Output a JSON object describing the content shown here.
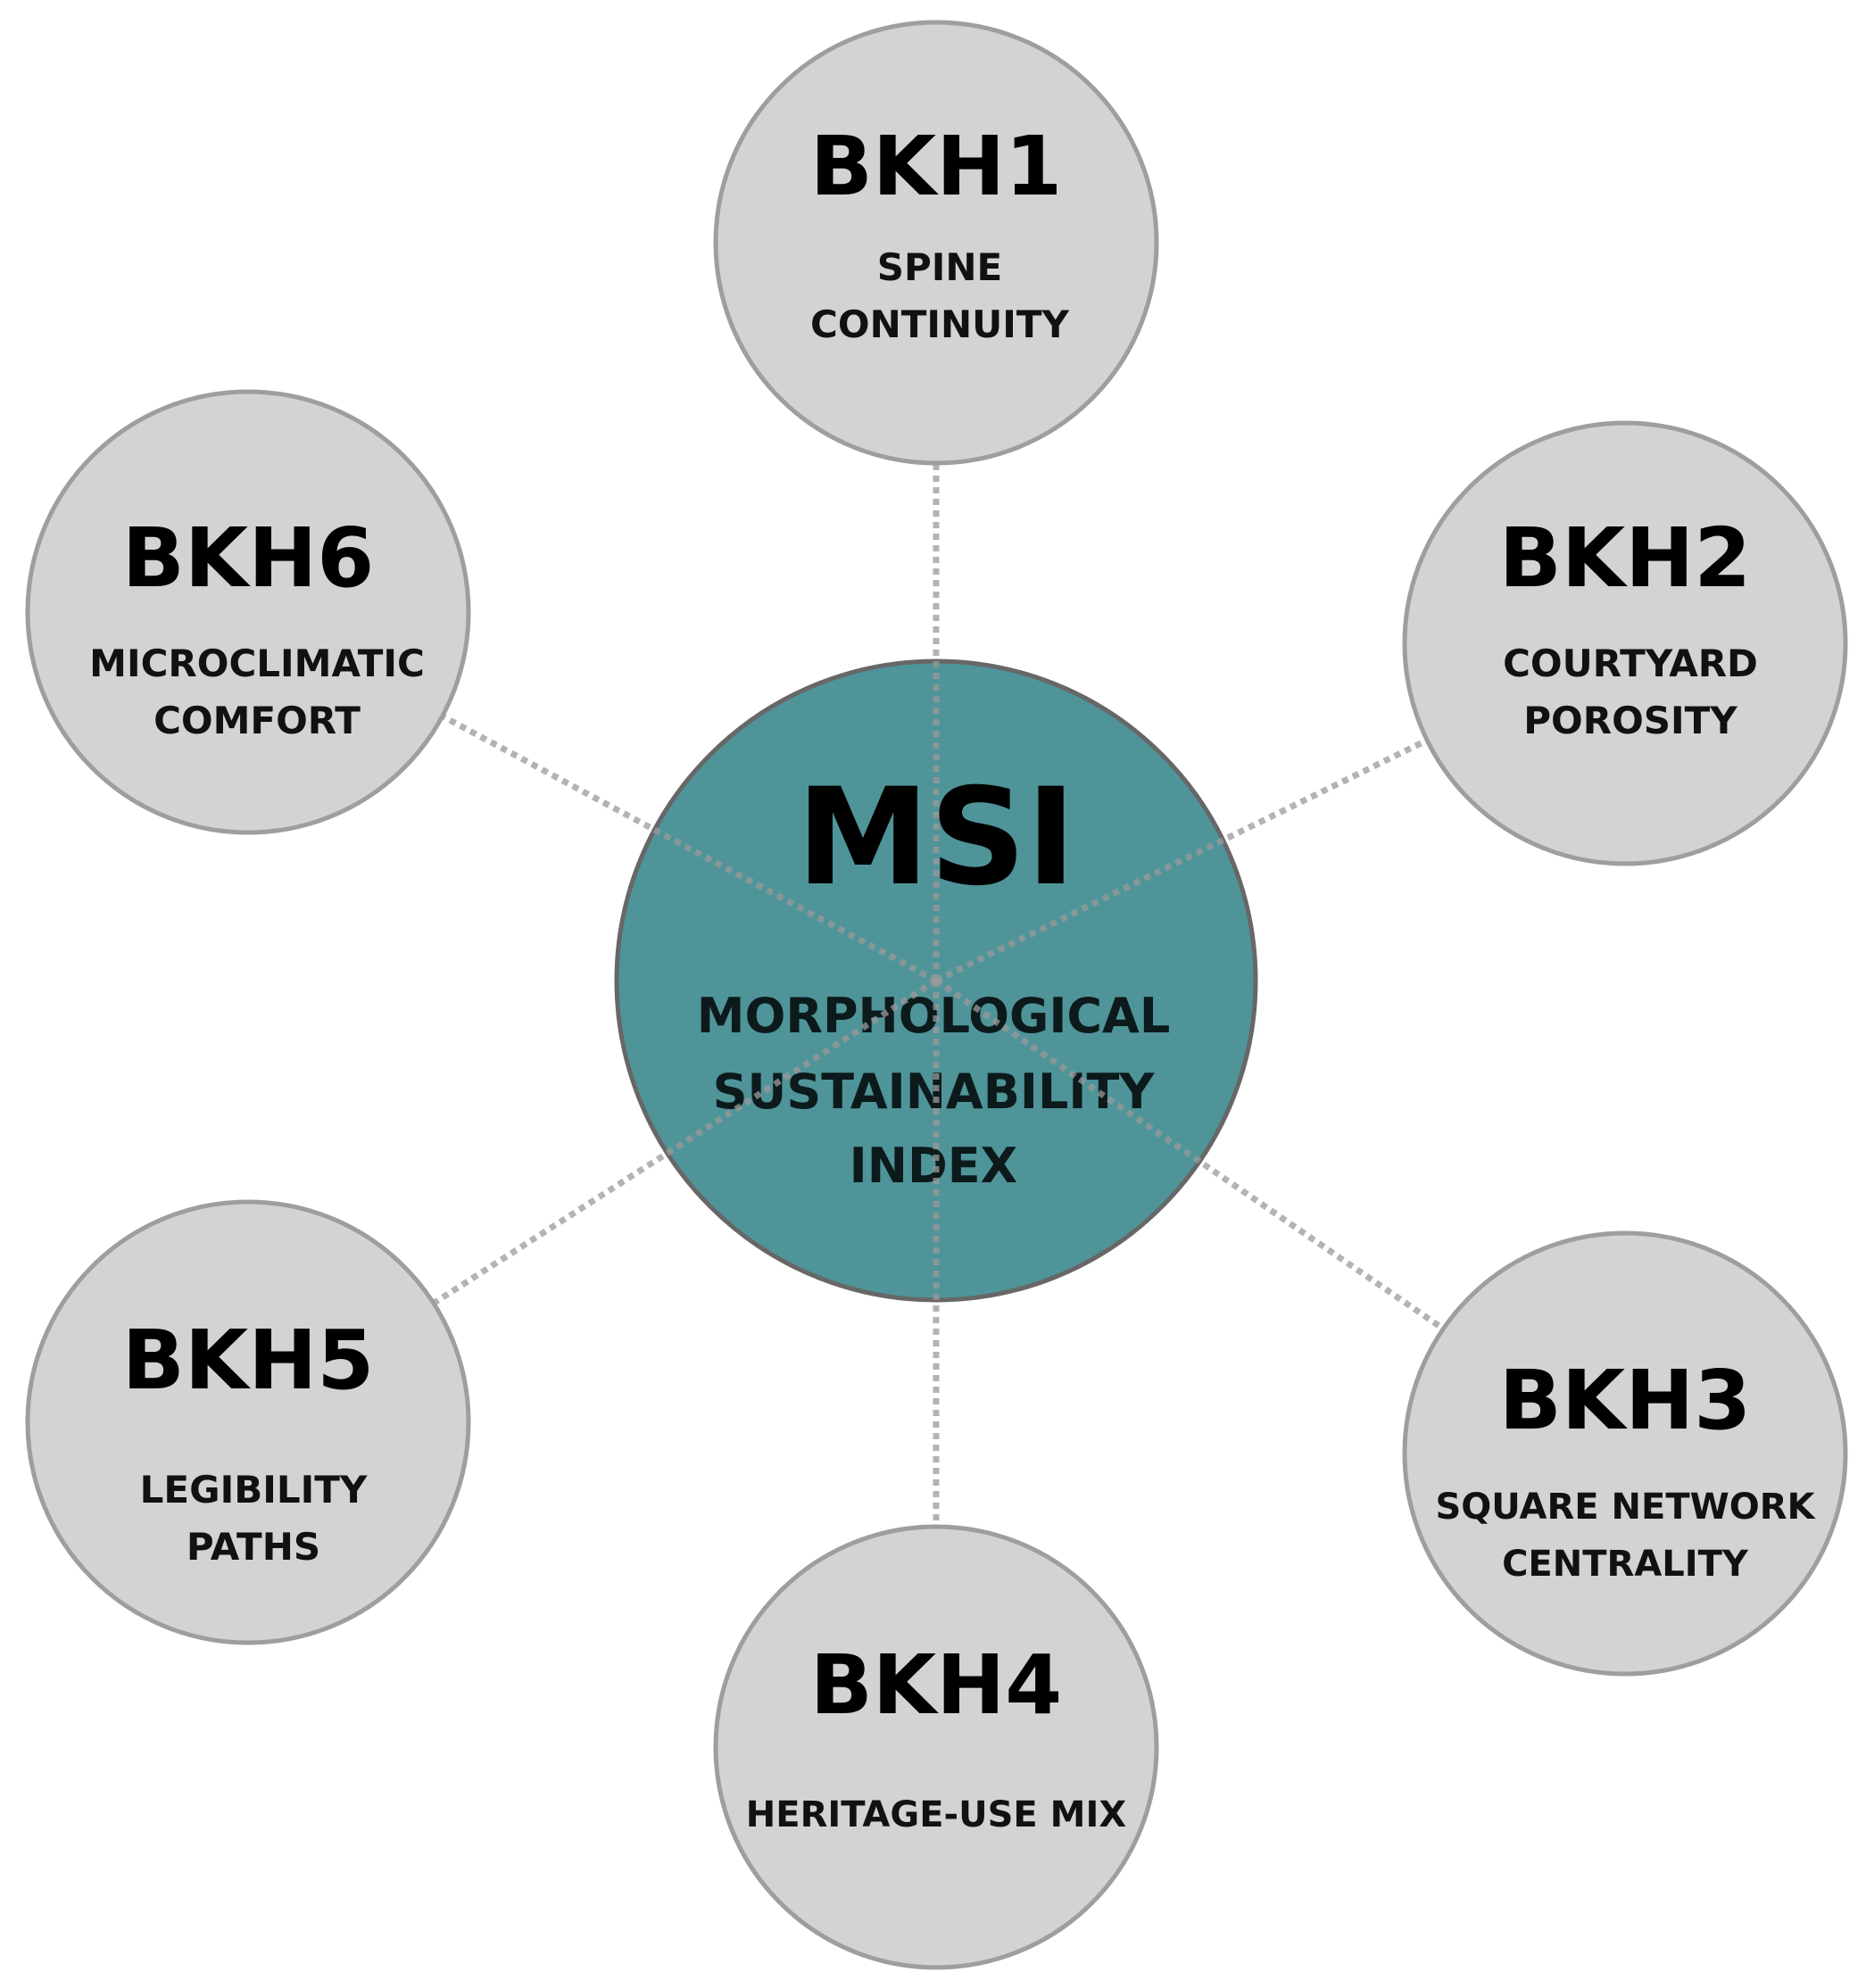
{
  "colors": {
    "center_fill": "#4f9499",
    "center_stroke": "#676767",
    "node_fill": "#d3d3d3",
    "node_stroke": "#9e9e9e",
    "connector": "#9a9a9a"
  },
  "center": {
    "code": "MSI",
    "label_lines": [
      "MORPHOLOGICAL",
      "SUSTAINABILITY",
      "INDEX"
    ]
  },
  "nodes": [
    {
      "code": "BKH1",
      "label_lines": [
        "SPINE",
        "CONTINUITY"
      ]
    },
    {
      "code": "BKH2",
      "label_lines": [
        "COURTYARD",
        "POROSITY"
      ]
    },
    {
      "code": "BKH3",
      "label_lines": [
        "SQUARE NETWORK",
        "CENTRALITY"
      ]
    },
    {
      "code": "BKH4",
      "label_lines": [
        "HERITAGE-USE MIX"
      ]
    },
    {
      "code": "BKH5",
      "label_lines": [
        "LEGIBILITY",
        "PATHS"
      ]
    },
    {
      "code": "BKH6",
      "label_lines": [
        "MICROCLIMATIC",
        "COMFORT"
      ]
    }
  ]
}
